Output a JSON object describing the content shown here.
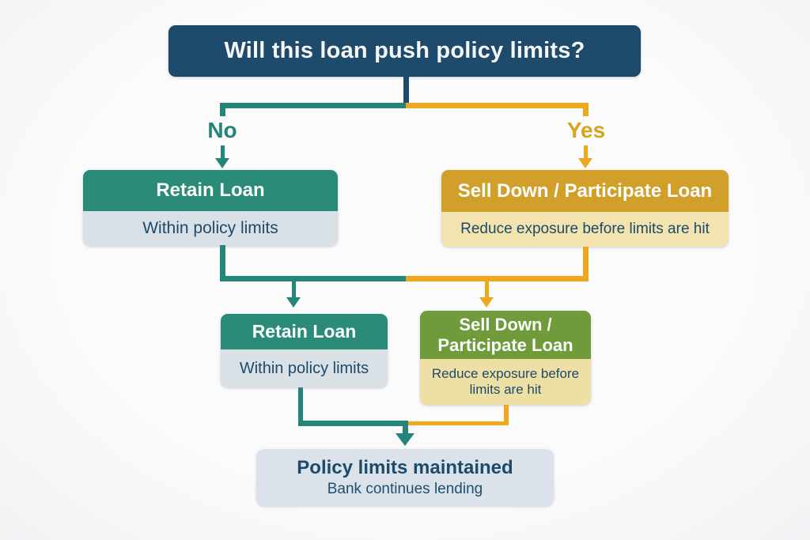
{
  "question": {
    "title": "Will this loan push policy limits?"
  },
  "branch_labels": {
    "no": "No",
    "yes": "Yes"
  },
  "row1": {
    "retain": {
      "title": "Retain Loan",
      "subtitle": "Within policy limits"
    },
    "sell": {
      "title": "Sell Down / Participate Loan",
      "subtitle": "Reduce exposure before limits are hit"
    }
  },
  "row2": {
    "retain": {
      "title": "Retain Loan",
      "subtitle": "Within policy limits"
    },
    "sell": {
      "title": "Sell Down / Participate Loan",
      "subtitle": "Reduce exposure before limits are hit"
    }
  },
  "outcome": {
    "title": "Policy limits maintained",
    "subtitle": "Bank continues lending"
  },
  "colors": {
    "question_bg": "#1e4a6b",
    "teal": "#2a8b78",
    "gold_header": "#d2a02a",
    "gold_line": "#eea81e",
    "green": "#6f9b3a",
    "gray_body": "#d9e0e6",
    "yellow_body": "#f2e3af",
    "outcome_bg": "#dbe2ea",
    "text_navy": "#1c4a6b"
  }
}
